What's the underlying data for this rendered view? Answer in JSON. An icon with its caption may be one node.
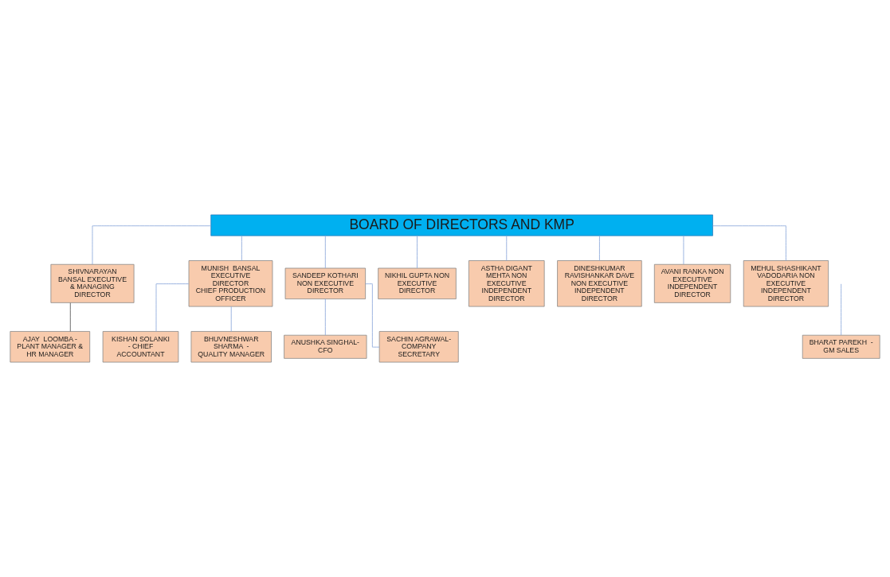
{
  "diagram": {
    "nodes": [
      {
        "text": [
          "BOARD OF DIRECTORS AND KMP"
        ]
      },
      {
        "text": [
          "SHIVNARAYAN BANSAL EXECUTIVE & MANAGING DIRECTOR"
        ]
      },
      {
        "text": [
          "MUNISH  BANSAL",
          "EXECUTIVE DIRECTOR",
          "CHIEF PRODUCTION OFFICER"
        ]
      },
      {
        "text": [
          "SANDEEP KOTHARI NON EXECUTIVE DIRECTOR"
        ]
      },
      {
        "text": [
          "NIKHIL GUPTA NON EXECUTIVE DIRECTOR"
        ]
      },
      {
        "text": [
          "ASTHA DIGANT MEHTA NON EXECUTIVE INDEPENDENT DIRECTOR"
        ]
      },
      {
        "text": [
          "DINESHKUMAR RAVISHANKAR DAVE NON EXECUTIVE INDEPENDENT DIRECTOR"
        ]
      },
      {
        "text": [
          "AVANI RANKA NON EXECUTIVE INDEPENDENT DIRECTOR"
        ]
      },
      {
        "text": [
          "MEHUL SHASHIKANT VADODARIA NON EXECUTIVE INDEPENDENT DIRECTOR"
        ]
      },
      {
        "text": [
          "AJAY  LOOMBA - PLANT MANAGER & HR MANAGER"
        ]
      },
      {
        "text": [
          "KISHAN SOLANKI  - CHIEF ACCOUNTANT"
        ]
      },
      {
        "text": [
          "BHUVNESHWAR SHARMA  - QUALITY MANAGER"
        ]
      },
      {
        "text": [
          "ANUSHKA SINGHAL- CFO"
        ]
      },
      {
        "text": [
          "SACHIN AGRAWAL- COMPANY SECRETARY"
        ]
      },
      {
        "text": [
          "BHARAT PAREKH  -  GM SALES"
        ]
      }
    ],
    "edges": [
      {
        "from": 0,
        "to": 1,
        "arrow": "none"
      },
      {
        "from": 0,
        "to": 2,
        "arrow": "none"
      },
      {
        "from": 0,
        "to": 3,
        "arrow": "none"
      },
      {
        "from": 0,
        "to": 4,
        "arrow": "none"
      },
      {
        "from": 0,
        "to": 5,
        "arrow": "none"
      },
      {
        "from": 0,
        "to": 6,
        "arrow": "none"
      },
      {
        "from": 0,
        "to": 7,
        "arrow": "none"
      },
      {
        "from": 0,
        "to": 8,
        "arrow": "none"
      },
      {
        "from": 1,
        "to": 9,
        "arrow": "none",
        "color": "#595959"
      },
      {
        "from": 2,
        "to": 10,
        "arrow": "none"
      },
      {
        "from": 2,
        "to": 11,
        "arrow": "none"
      },
      {
        "from": 3,
        "to": 12,
        "arrow": "none"
      },
      {
        "from": 3,
        "to": 13,
        "arrow": "none"
      },
      {
        "from": null,
        "to": 14,
        "arrow": "none"
      }
    ]
  }
}
